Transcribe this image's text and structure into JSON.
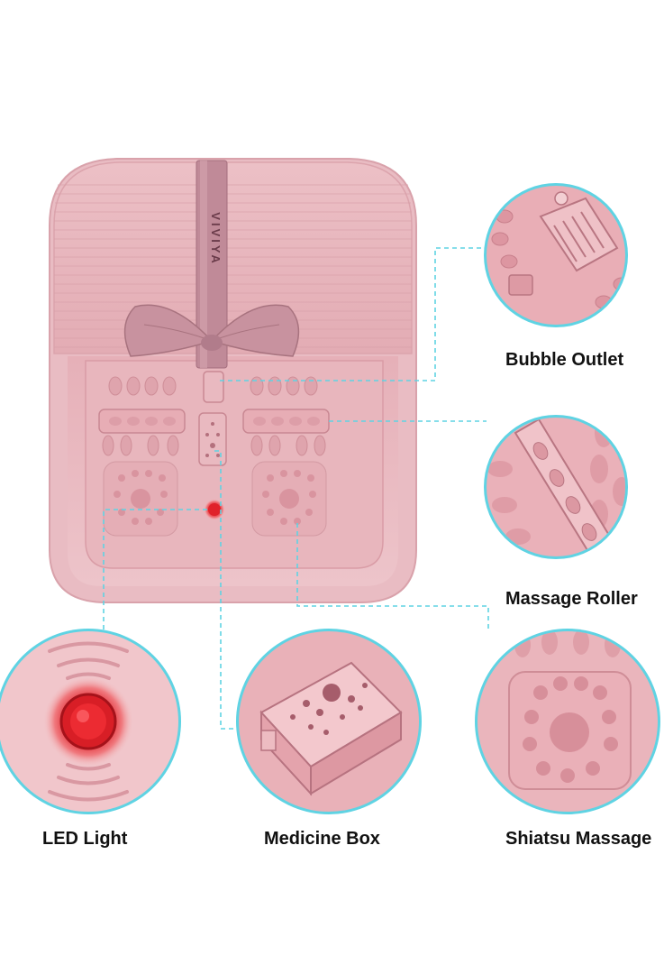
{
  "product": {
    "brand": "VIVIYA"
  },
  "features": {
    "bubble_outlet": "Bubble Outlet",
    "massage_roller": "Massage Roller",
    "led_light": "LED Light",
    "medicine_box": "Medicine Box",
    "shiatsu_massage": "Shiatsu Massage"
  },
  "colors": {
    "body_pink": "#e8b5bc",
    "deep_pink": "#d8939d",
    "ribbon": "#b7808f",
    "accent_cyan": "#5fd3e3",
    "led_red": "#e0222a"
  }
}
